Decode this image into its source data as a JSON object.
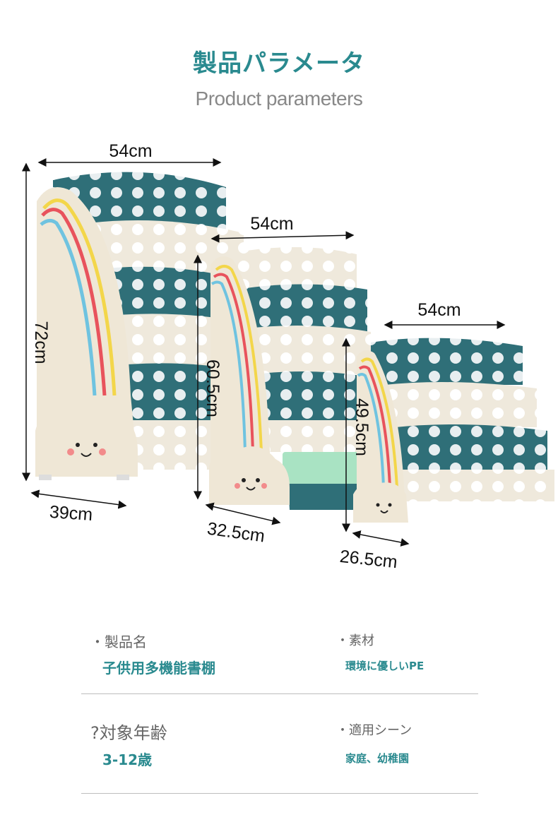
{
  "header": {
    "title": "製品パラメータ",
    "subtitle": "Product parameters"
  },
  "dimensions": {
    "large": {
      "width": "54cm",
      "height": "72cm",
      "depth": "39cm"
    },
    "medium": {
      "width": "54cm",
      "height": "60.5cm",
      "depth": "32.5cm"
    },
    "small": {
      "width": "54cm",
      "height": "49.5cm",
      "depth": "26.5cm"
    }
  },
  "specs": {
    "product_name": {
      "label": "・製品名",
      "value": "子供用多機能書棚"
    },
    "material": {
      "label": "・素材",
      "value": "環境に優しいPE"
    },
    "age": {
      "label": "?対象年齢",
      "value": "3-12歳"
    },
    "scene": {
      "label": "・適用シーン",
      "value": "家庭、幼稚園"
    }
  },
  "colors": {
    "accent": "#2a8a8f",
    "shelf_teal": "#2f6f78",
    "shelf_cream": "#efe9dc",
    "tray_green": "#a9e3c3"
  }
}
